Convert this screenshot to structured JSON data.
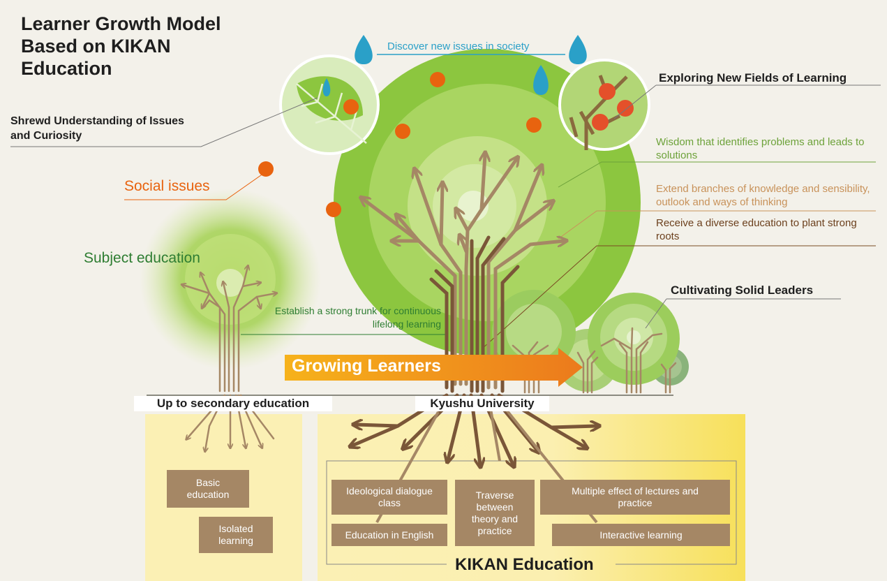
{
  "title": "Learner Growth Model Based on KIKAN Education",
  "labels": {
    "discover": "Discover new issues in society",
    "exploring": "Exploring New Fields of Learning",
    "shrewd": "Shrewd Understanding of Issues and Curiosity",
    "wisdom": "Wisdom that identifies problems and leads to solutions",
    "extend": "Extend branches of knowledge and sensibility, outlook and ways of thinking",
    "receive": "Receive a diverse education to plant strong roots",
    "social": "Social issues",
    "subject": "Subject education",
    "establish": "Establish a strong trunk for continuous lifelong learning",
    "cultivating": "Cultivating Solid Leaders",
    "growing": "Growing Learners",
    "secondary": "Up to secondary education",
    "kyushu": "Kyushu University",
    "kikan": "KIKAN Education"
  },
  "left_boxes": [
    "Basic education",
    "Isolated learning"
  ],
  "right_boxes": {
    "ideological": "Ideological dialogue class",
    "english": "Education in English",
    "traverse": "Traverse between theory and practice",
    "multiple": "Multiple effect of lectures and practice",
    "interactive": "Interactive learning"
  },
  "colors": {
    "green": "#8cc63f",
    "dark_green": "#2e7d32",
    "brown": "#a58765",
    "orange": "#e8630f",
    "blue": "#2aa0c8",
    "yellow": "#f7e06a"
  }
}
